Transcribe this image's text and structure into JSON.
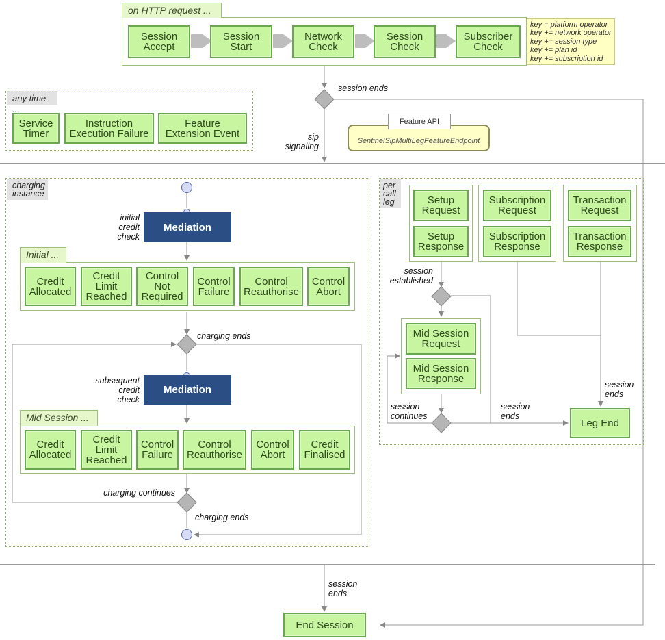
{
  "http": {
    "tab": "on HTTP request ...",
    "steps": [
      "Session\nAccept",
      "Session\nStart",
      "Network\nCheck",
      "Session\nCheck",
      "Subscriber\nCheck"
    ],
    "keys": [
      "key = platform operator",
      "key += network operator",
      "key += session type",
      "key += plan id",
      "key += subscription id"
    ]
  },
  "anytime": {
    "tab": "any time ...",
    "items": [
      "Service\nTimer",
      "Instruction\nExecution Failure",
      "Feature\nExtension Event"
    ]
  },
  "feature_api": {
    "tab": "Feature API",
    "name": "SentinelSipMultiLegFeatureEndpoint"
  },
  "labels": {
    "session_ends_top": "session ends",
    "sip_signaling": "sip\nsignaling",
    "initial_credit_check": "initial\ncredit\ncheck",
    "charging_ends_1": "charging ends",
    "subsequent_credit_check": "subsequent\ncredit\ncheck",
    "charging_continues": "charging continues",
    "charging_ends_2": "charging ends",
    "session_established": "session\nestablished",
    "session_continues": "session\ncontinues",
    "session_ends_mid": "session\nends",
    "session_ends_right": "session\nends",
    "session_ends_bottom": "session\nends"
  },
  "charging": {
    "tab": "charging\ninstance",
    "mediation": "Mediation",
    "initial_tab": "Initial ...",
    "initial_items": [
      "Credit\nAllocated",
      "Credit\nLimit\nReached",
      "Control\nNot\nRequired",
      "Control\nFailure",
      "Control\nReauthorise",
      "Control\nAbort"
    ],
    "mid_tab": "Mid Session ...",
    "mid_items": [
      "Credit\nAllocated",
      "Credit\nLimit\nReached",
      "Control\nFailure",
      "Control\nReauthorise",
      "Control\nAbort",
      "Credit\nFinalised"
    ]
  },
  "percall": {
    "tab": "per\ncall\nleg",
    "setup": [
      "Setup\nRequest",
      "Setup\nResponse"
    ],
    "subscription": [
      "Subscription\nRequest",
      "Subscription\nResponse"
    ],
    "transaction": [
      "Transaction\nRequest",
      "Transaction\nResponse"
    ],
    "mid_session": [
      "Mid Session\nRequest",
      "Mid Session\nResponse"
    ],
    "leg_end": "Leg End"
  },
  "end_session": "End Session",
  "colors": {
    "state_fill": "#c8f5a0",
    "state_border": "#6aa84f",
    "mediation": "#2b4f84",
    "key_note": "#ffffc4"
  }
}
